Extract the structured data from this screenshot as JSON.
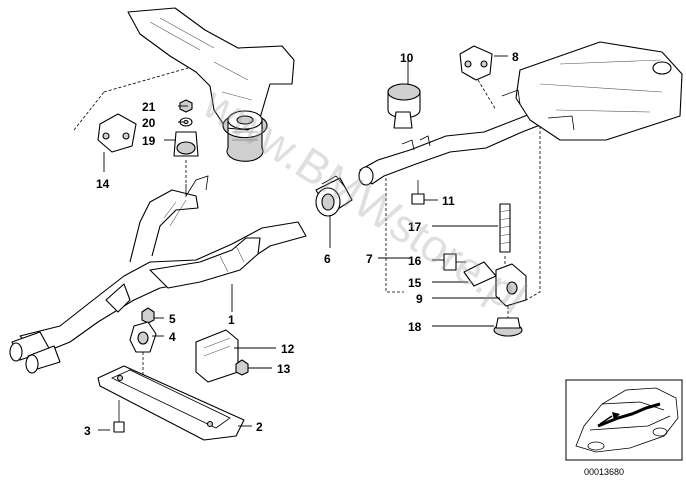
{
  "callouts": {
    "c1": "1",
    "c2": "2",
    "c3": "3",
    "c4": "4",
    "c5": "5",
    "c6": "6",
    "c7": "7",
    "c8": "8",
    "c9": "9",
    "c10": "10",
    "c11": "11",
    "c12": "12",
    "c13": "13",
    "c14": "14",
    "c15": "15",
    "c16": "16",
    "c17": "17",
    "c18": "18",
    "c19": "19",
    "c20": "20",
    "c21": "21"
  },
  "watermark": "www.BMWstore.pl",
  "reference_number": "00013680"
}
